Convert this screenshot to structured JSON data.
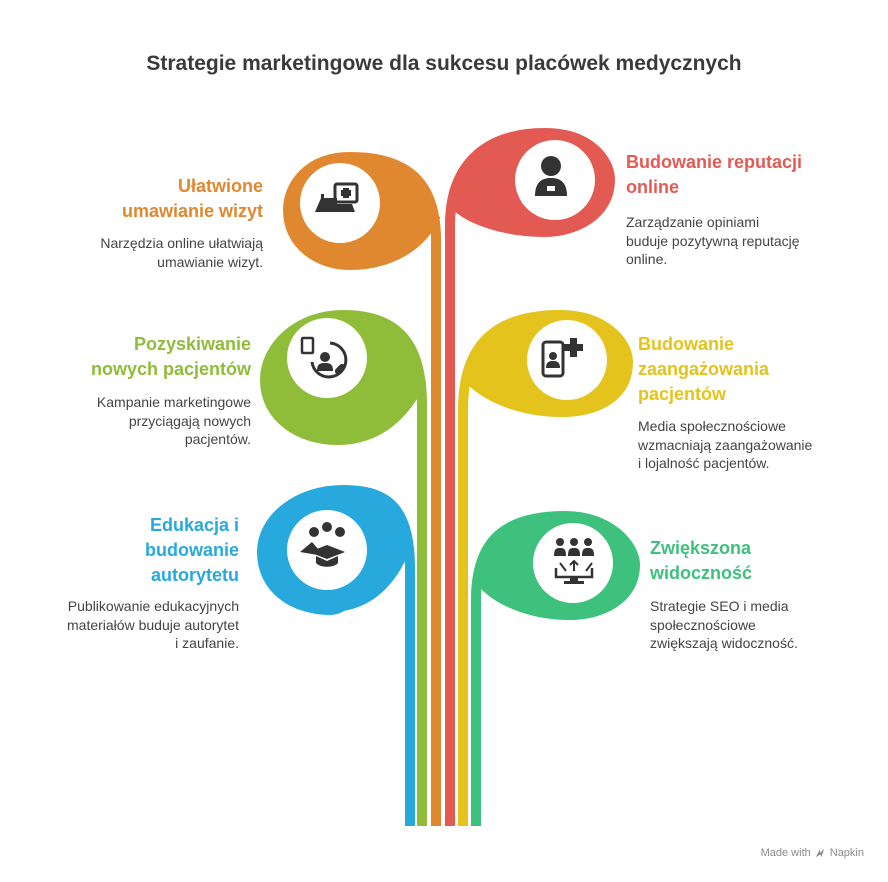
{
  "title": "Strategie marketingowe dla sukcesu placówek medycznych",
  "items": [
    {
      "heading": "Ułatwione\numawianie wizyt",
      "description": "Narzędzia online ułatwiają\numawianie wizyt.",
      "color": "#E0882F",
      "icon": "laptop-medical-icon"
    },
    {
      "heading": "Budowanie reputacji\nonline",
      "description": "Zarządzanie opiniami\nbuduje pozytywną reputację\nonline.",
      "color": "#E35A53",
      "icon": "doctor-icon"
    },
    {
      "heading": "Pozyskiwanie\nnowych pacjentów",
      "description": "Kampanie marketingowe\nprzyciągają nowych\npacjentów.",
      "color": "#8FBD3A",
      "icon": "patient-cycle-icon"
    },
    {
      "heading": "Budowanie\nzaangażowania\npacjentów",
      "description": "Media społecznościowe\nwzmacniają zaangażowanie\ni lojalność pacjentów.",
      "color": "#E4C31D",
      "icon": "mobile-health-icon"
    },
    {
      "heading": "Edukacja i\nbudowanie\nautorytetu",
      "description": "Publikowanie edukacyjnych\nmateriałów buduje autorytet\ni zaufanie.",
      "color": "#27A9DD",
      "icon": "education-icon"
    },
    {
      "heading": "Zwiększona\nwidoczność",
      "description": "Strategie SEO i media\nspołecznościowe\nzwiększają widoczność.",
      "color": "#3DC17C",
      "icon": "audience-growth-icon"
    }
  ],
  "footer": {
    "made_with": "Made with",
    "brand": "Napkin"
  }
}
